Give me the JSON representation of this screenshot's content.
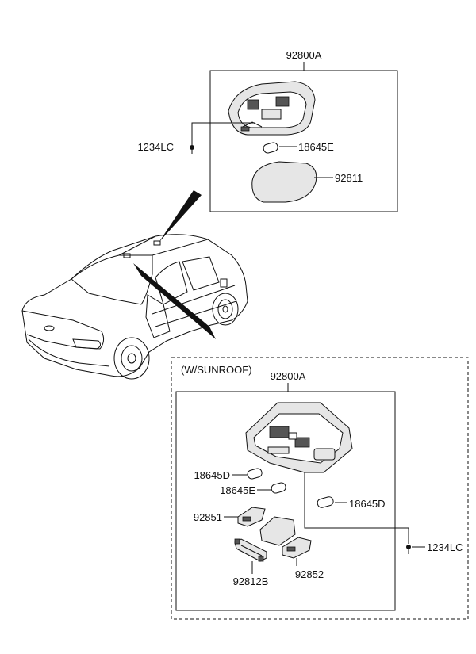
{
  "top_assembly": {
    "part_number": "92800A",
    "screw": "1234LC",
    "bulb": "18645E",
    "lens": "92811"
  },
  "sunroof_assembly": {
    "header": "(W/SUNROOF)",
    "part_number": "92800A",
    "bulb_d_left": "18645D",
    "bulb_e": "18645E",
    "bulb_d_right": "18645D",
    "lens_left": "92851",
    "lens_right": "92852",
    "bracket": "92812B",
    "screw": "1234LC"
  }
}
